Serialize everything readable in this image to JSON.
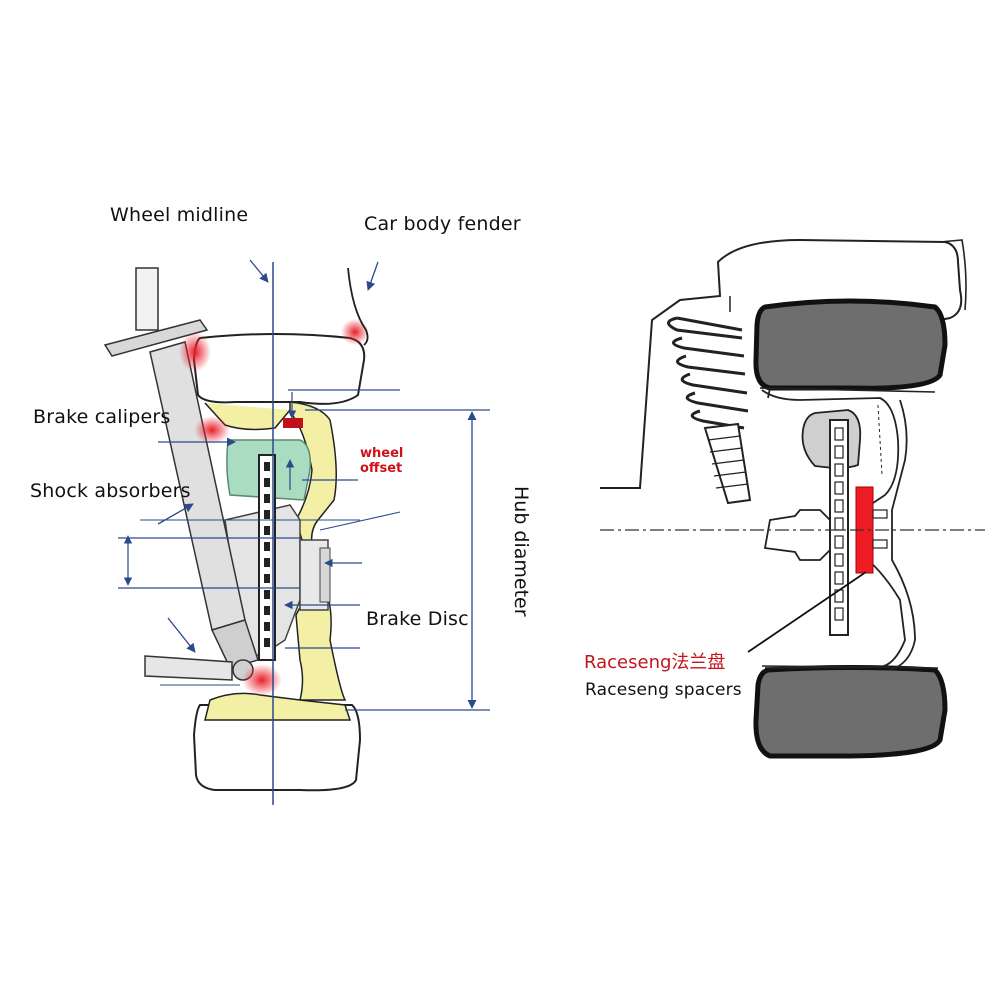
{
  "left_diagram": {
    "labels": {
      "wheel_midline": "Wheel midline",
      "car_body_fender": "Car body fender",
      "brake_calipers": "Brake calipers",
      "shock_absorbers": "Shock absorbers",
      "wheel_offset_line1": "wheel",
      "wheel_offset_line2": "offset",
      "hub_diameter": "Hub diameter",
      "brake_disc": "Brake Disc"
    }
  },
  "right_diagram": {
    "labels": {
      "product_name_cn": "Raceseng法兰盘",
      "product_name_en": "Raceseng spacers"
    }
  },
  "colors": {
    "highlight_red": "#e8202a",
    "tire_gray": "#6e6e6e",
    "rim_yellow": "#f3f0a6",
    "caliper_green": "#a9dcc0",
    "spacer_red": "#ee1c24",
    "arrow_blue": "#2a4a8a"
  }
}
